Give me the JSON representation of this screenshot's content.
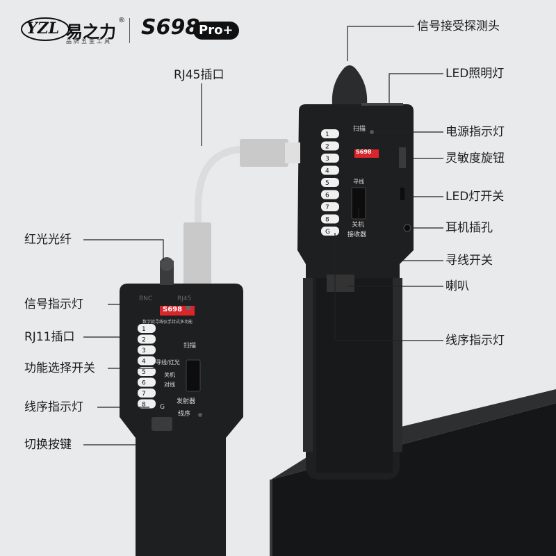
{
  "brand": {
    "logo_mark": "YZL",
    "name": "易之力",
    "registered": "®",
    "tagline": "品牌五金工具",
    "model": "S698",
    "model_badge": "Pro+"
  },
  "callouts_right": [
    {
      "id": "probe",
      "label": "信号接受探测头"
    },
    {
      "id": "led-light",
      "label": "LED照明灯"
    },
    {
      "id": "power-led",
      "label": "电源指示灯"
    },
    {
      "id": "sensitivity",
      "label": "灵敏度旋钮"
    },
    {
      "id": "led-switch",
      "label": "LED灯开关"
    },
    {
      "id": "earphone",
      "label": "耳机插孔"
    },
    {
      "id": "trace-switch",
      "label": "寻线开关"
    },
    {
      "id": "speaker",
      "label": "喇叭"
    },
    {
      "id": "wire-led-right",
      "label": "线序指示灯"
    }
  ],
  "callouts_left": [
    {
      "id": "rj45",
      "label": "RJ45插口"
    },
    {
      "id": "fiber",
      "label": "红光光纤"
    },
    {
      "id": "signal-led",
      "label": "信号指示灯"
    },
    {
      "id": "rj11",
      "label": "RJ11插口"
    },
    {
      "id": "function-switch",
      "label": "功能选择开关"
    },
    {
      "id": "wire-led-left",
      "label": "线序指示灯"
    },
    {
      "id": "toggle-key",
      "label": "切换按键"
    }
  ],
  "receiver": {
    "top_label": "扫描",
    "pins": [
      "1",
      "2",
      "3",
      "4",
      "5",
      "6",
      "7",
      "8",
      "G"
    ],
    "trace_label": "寻线",
    "off_label": "关机",
    "role": "接收器",
    "screen_text": "S698"
  },
  "transmitter": {
    "ports": [
      "BNC",
      "RJ45"
    ],
    "screen_text": "S698",
    "desc": "数字款寻线仪手持式多功能",
    "scan": "扫描",
    "pins": [
      "1",
      "2",
      "3",
      "4",
      "5",
      "6",
      "7",
      "8"
    ],
    "pin_g": "G",
    "mode_top": "寻线/红光",
    "mode_mid": "关机",
    "mode_bottom": "对线",
    "role": "发射器",
    "sequence": "线序"
  },
  "colors": {
    "background": "#e9eaec",
    "device": "#1e1f21",
    "screen_red": "#d8262b",
    "led_green": "#2ecc40"
  }
}
